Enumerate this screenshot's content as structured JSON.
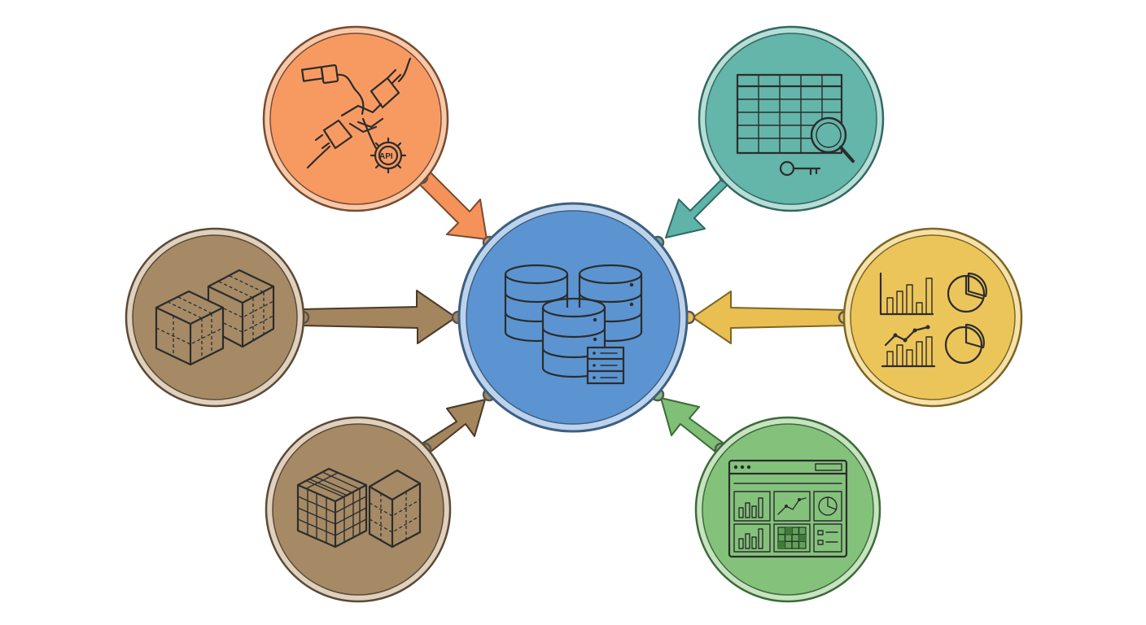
{
  "diagram": {
    "hub": {
      "name": "central-data-warehouse",
      "icon": "database-cluster-icon",
      "color": "#5b94d1",
      "ring": "#bcd3ee",
      "border": "#3f5f7f"
    },
    "nodes": [
      {
        "id": "api",
        "icon": "api-connectors-icon",
        "color": "#f79a62",
        "ring": "#f8c9a8",
        "border": "#7a4a30",
        "label": "API"
      },
      {
        "id": "tables",
        "icon": "table-search-key-icon",
        "color": "#64b5aa",
        "ring": "#b7ddd6",
        "border": "#2f6a63"
      },
      {
        "id": "cubes-left",
        "icon": "data-cubes-icon",
        "color": "#a58a65",
        "ring": "#dfd1bd",
        "border": "#5a4a36"
      },
      {
        "id": "charts",
        "icon": "charts-icon",
        "color": "#ecc55a",
        "ring": "#f6e2a8",
        "border": "#7c6626"
      },
      {
        "id": "cubes-bottom",
        "icon": "data-blocks-icon",
        "color": "#a58a65",
        "ring": "#dfd1bd",
        "border": "#5a4a36"
      },
      {
        "id": "dashboard",
        "icon": "dashboard-window-icon",
        "color": "#84c27c",
        "ring": "#c7e3c1",
        "border": "#3c6b37"
      }
    ]
  }
}
